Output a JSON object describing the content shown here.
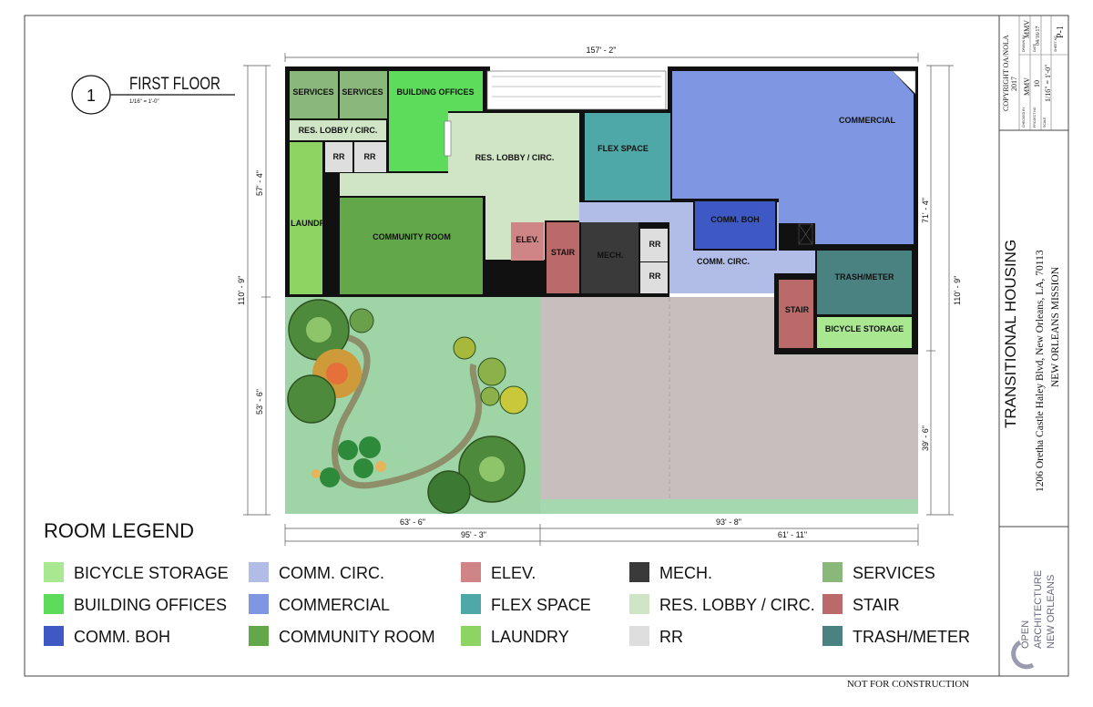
{
  "title_block": {
    "copyright": "COPYRIGHT OA/NOLA",
    "year": "2017",
    "checked_by_label": "CHECKED BY",
    "checked_by": "MMV",
    "drawn_by_label": "DRAWN BY",
    "drawn_by": "MMV",
    "project_no_label": "PROJECT NO",
    "project_no": "10",
    "date_label": "DATE",
    "date": "04/16/17",
    "scale_label": "SCALE",
    "scale": "1/16\" = 1'-0\"",
    "sheet_label": "SHEET NO",
    "sheet": "P-1",
    "project_name": "TRANSITIONAL HOUSING",
    "address": "1206 Oretha Castle Haley Blvd, New Orleans, LA, 70113",
    "client": "NEW ORLEANS MISSION",
    "firm_line1": "OPEN",
    "firm_line2": "ARCHITECTURE",
    "firm_line3": "NEW ORLEANS"
  },
  "footer_note": "NOT FOR CONSTRUCTION",
  "drawing": {
    "number": "1",
    "title": "FIRST FLOOR",
    "scale": "1/16\" = 1'-0\""
  },
  "dimensions": {
    "top": "157' - 2\"",
    "bottom_left_inner": "63' - 6\"",
    "bottom_right_inner": "93' - 8\"",
    "bottom_left_outer": "95' - 3\"",
    "bottom_right_outer": "61' - 11\"",
    "left_upper": "57' - 4\"",
    "left_lower": "53' - 6\"",
    "left_overall": "110' - 9\"",
    "right_upper": "71' - 4\"",
    "right_lower": "39' - 6\"",
    "right_overall": "110' - 9\""
  },
  "room_labels": {
    "services_1": "SERVICES",
    "services_2": "SERVICES",
    "building_offices": "BUILDING OFFICES",
    "res_lobby_small": "RES. LOBBY / CIRC.",
    "rr_1": "RR",
    "rr_2": "RR",
    "res_lobby": "RES. LOBBY / CIRC.",
    "flex_space": "FLEX SPACE",
    "commercial": "COMMERCIAL",
    "laundry": "LAUNDRY",
    "community_room": "COMMUNITY ROOM",
    "elev": "ELEV.",
    "stair_1": "STAIR",
    "mech": "MECH.",
    "rr_3": "RR",
    "rr_4": "RR",
    "comm_boh": "COMM. BOH",
    "comm_circ": "COMM. CIRC.",
    "trash_meter": "TRASH/METER",
    "stair_2": "STAIR",
    "bicycle_storage": "BICYCLE STORAGE"
  },
  "legend": {
    "title": "ROOM LEGEND",
    "items": [
      {
        "label": "BICYCLE STORAGE",
        "color": "#a9e890"
      },
      {
        "label": "BUILDING OFFICES",
        "color": "#5cdc5a"
      },
      {
        "label": "COMM. BOH",
        "color": "#3f59c4"
      },
      {
        "label": "COMM. CIRC.",
        "color": "#b1bde6"
      },
      {
        "label": "COMMERCIAL",
        "color": "#7f97e2"
      },
      {
        "label": "COMMUNITY ROOM",
        "color": "#62a84a"
      },
      {
        "label": "ELEV.",
        "color": "#cf8585"
      },
      {
        "label": "FLEX SPACE",
        "color": "#4ea8a8"
      },
      {
        "label": "LAUNDRY",
        "color": "#8dd462"
      },
      {
        "label": "MECH.",
        "color": "#3a3a3a"
      },
      {
        "label": "RES. LOBBY / CIRC.",
        "color": "#cfe5c6"
      },
      {
        "label": "RR",
        "color": "#dedede"
      },
      {
        "label": "SERVICES",
        "color": "#8ab87a"
      },
      {
        "label": "STAIR",
        "color": "#bb6a6a"
      },
      {
        "label": "TRASH/METER",
        "color": "#4a8282"
      }
    ]
  }
}
